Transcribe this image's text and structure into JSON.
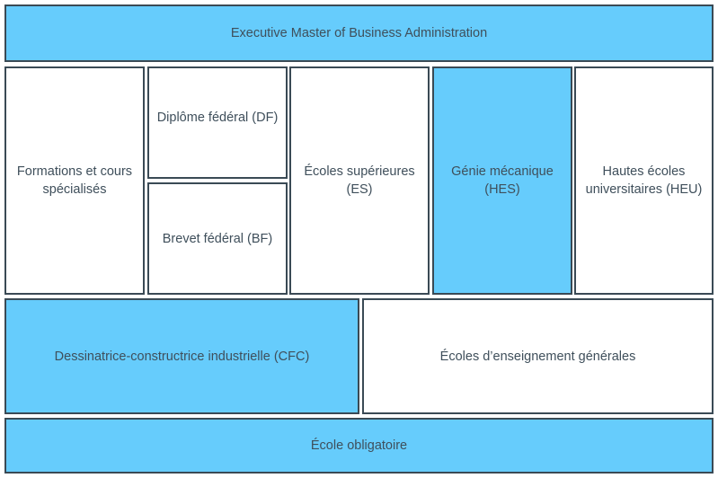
{
  "colors": {
    "highlight": "#66ccfc",
    "plain": "#ffffff",
    "border": "#3a4a55",
    "text": "#3f4f5b"
  },
  "diagram": {
    "top": "Executive Master of Business Administration",
    "formations": "Formations et cours spécialisés",
    "diplome_federal": "Diplôme fédéral (DF)",
    "brevet_federal": "Brevet fédéral (BF)",
    "ecoles_superieures": "Écoles supérieures (ES)",
    "genie_mecanique": "Génie mécanique (HES)",
    "hautes_ecoles": "Hautes écoles universitaires (HEU)",
    "dessinatrice": "Dessinatrice-constructrice industrielle (CFC)",
    "enseignement_general": "Écoles d’enseignement générales",
    "obligatoire": "École obligatoire"
  }
}
